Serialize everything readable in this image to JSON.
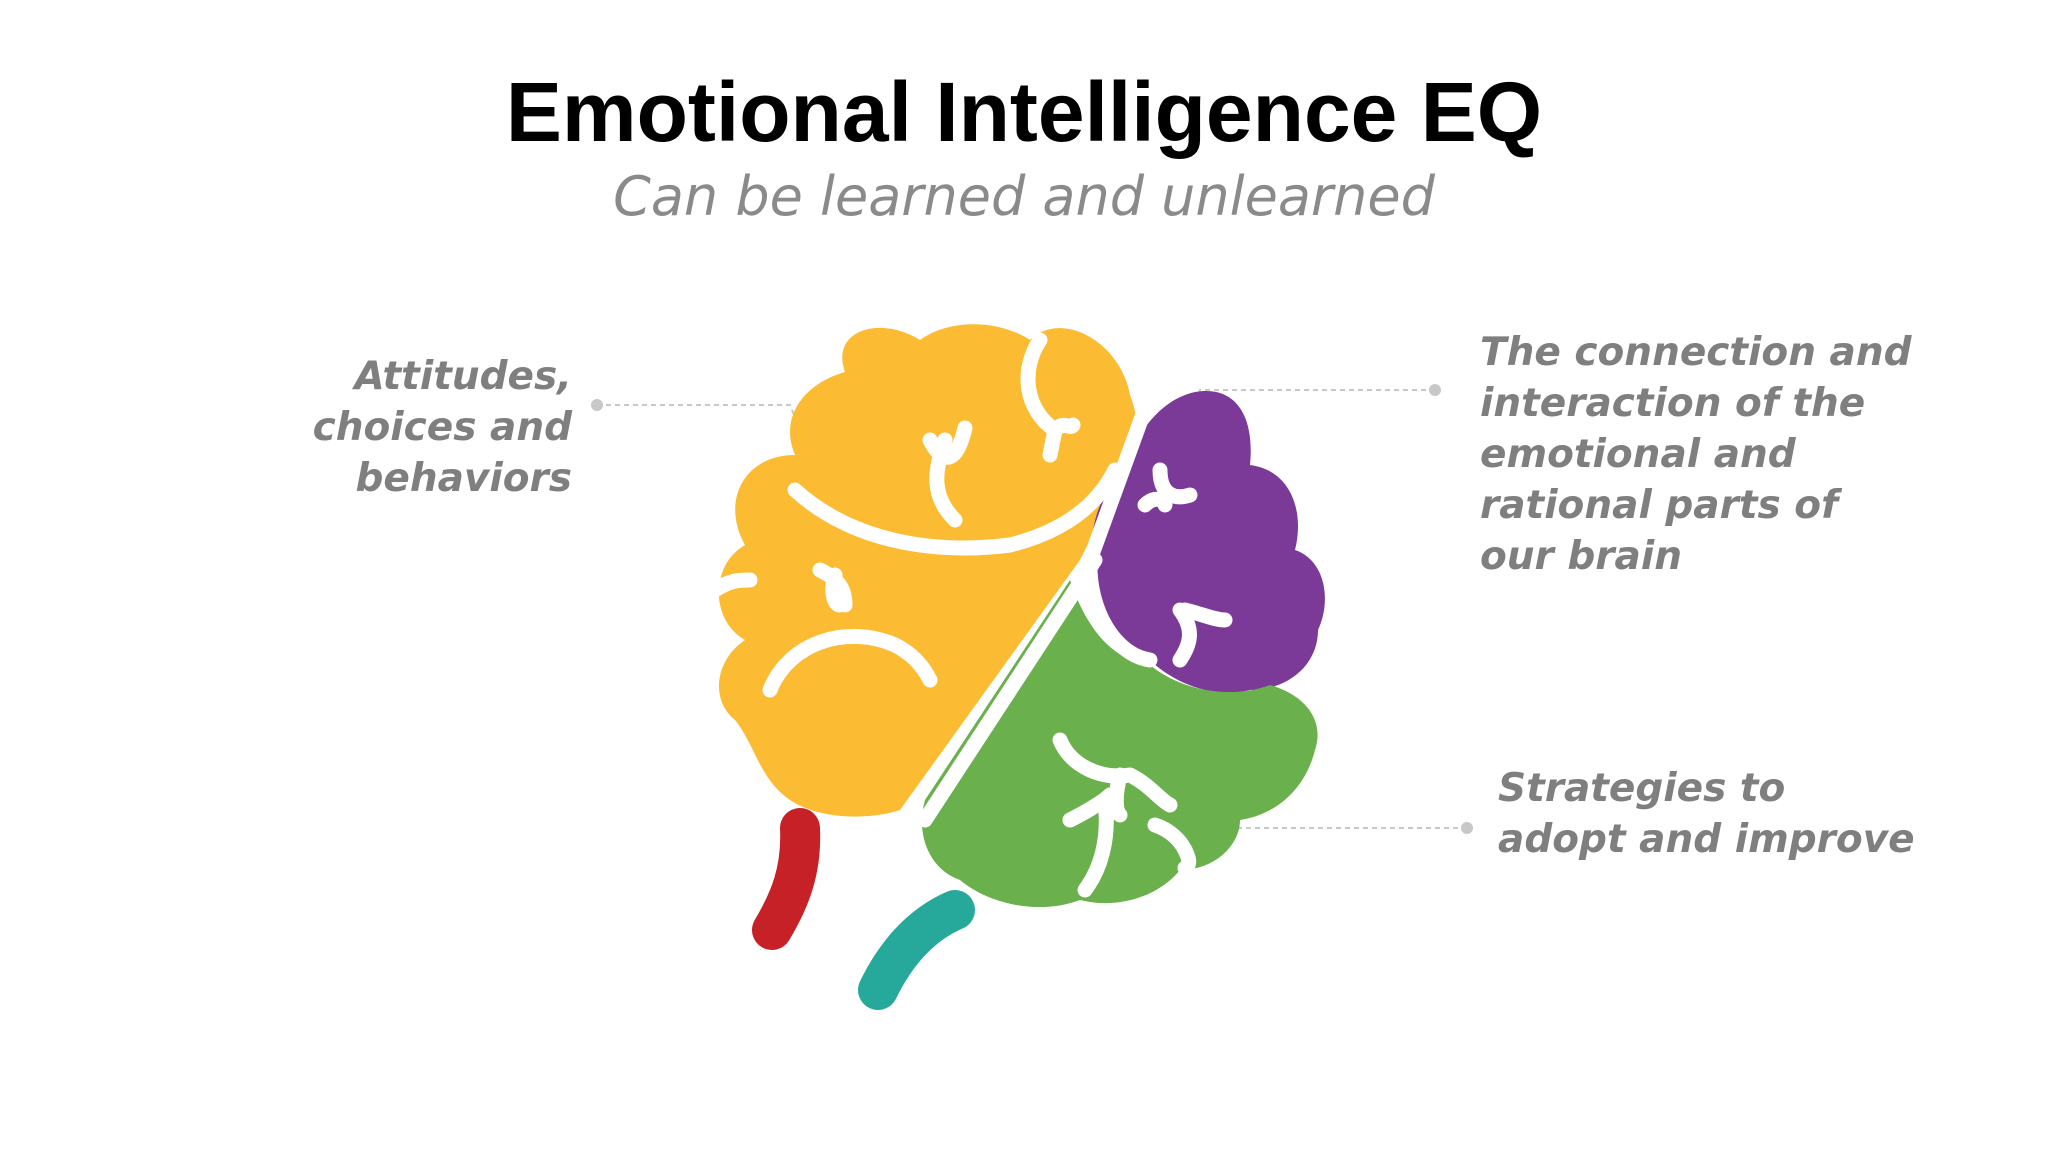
{
  "slide": {
    "title": "Emotional Intelligence EQ",
    "subtitle": "Can be learned and unlearned"
  },
  "callouts": {
    "left": "Attitudes, choices and behaviors",
    "top_right": "The connection and interaction of the emotional and rational parts of our brain",
    "bottom_right": "Strategies to adopt and improve"
  },
  "colors": {
    "frontal_lobe": "#FBBC34",
    "upper_right_lobe": "#7B3A97",
    "lower_right_lobe": "#6AB04C",
    "brain_stem_left": "#C62127",
    "brain_stem_right": "#26A99A",
    "callout_text": "#7F7F7F",
    "leader_line": "#C8C8C8"
  },
  "icons": {
    "diagram": "brain-icon"
  }
}
